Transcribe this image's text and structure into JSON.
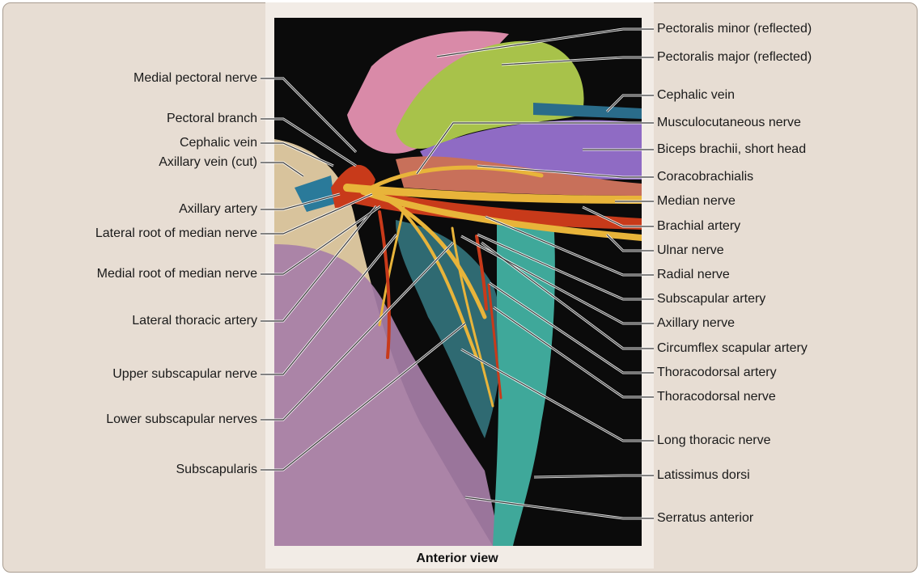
{
  "figure": {
    "caption": "Anterior view",
    "labels_left": [
      "Medial pectoral nerve",
      "Pectoral branch",
      "Cephalic vein",
      "Axillary vein (cut)",
      "Axillary artery",
      "Lateral root of median nerve",
      "Medial root of median nerve",
      "Lateral thoracic artery",
      "Upper subscapular nerve",
      "Lower subscapular nerves",
      "Subscapularis"
    ],
    "labels_right": [
      "Pectoralis minor (reflected)",
      "Pectoralis major (reflected)",
      "Cephalic vein",
      "Musculocutaneous nerve",
      "Biceps brachii, short head",
      "Coracobrachialis",
      "Median nerve",
      "Brachial artery",
      "Ulnar nerve",
      "Radial nerve",
      "Subscapular artery",
      "Axillary nerve",
      "Circumflex scapular artery",
      "Thoracodorsal artery",
      "Thoracodorsal nerve",
      "Long thoracic nerve",
      "Latissimus dorsi",
      "Serratus anterior"
    ]
  },
  "colors": {
    "background": "#e7ddd3",
    "photo_dark": "#0b0b0b",
    "pectoralis_minor": "#d98aa8",
    "pectoralis_major": "#a8c24a",
    "biceps": "#8f6bc4",
    "coracobrachialis": "#c8705a",
    "nerve_yellow": "#e8b43a",
    "artery_red": "#c83a1a",
    "vein_blue": "#2a6c8a",
    "latissimus": "#3fa89a",
    "subscapularis": "#2f6a72",
    "serratus": "#a07aa8",
    "skin": "#d9c49a"
  }
}
